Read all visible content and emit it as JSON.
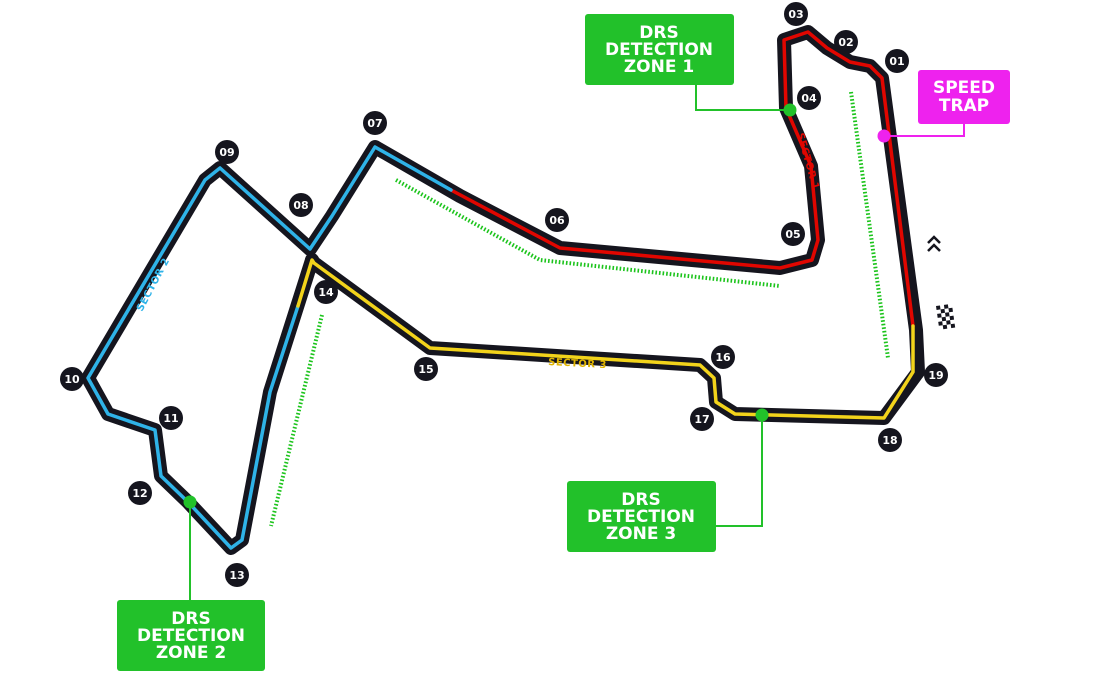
{
  "colors": {
    "track": "#15151e",
    "sector1": "#e10600",
    "sector2": "#2fb3e8",
    "sector3": "#f2d31b",
    "drs": "#1cc41c",
    "drs_box": "#22c12a",
    "speed_trap": "#ee22ee"
  },
  "corners": [
    {
      "id": "c01",
      "label": "01"
    },
    {
      "id": "c02",
      "label": "02"
    },
    {
      "id": "c03",
      "label": "03"
    },
    {
      "id": "c04",
      "label": "04"
    },
    {
      "id": "c05",
      "label": "05"
    },
    {
      "id": "c06",
      "label": "06"
    },
    {
      "id": "c07",
      "label": "07"
    },
    {
      "id": "c08",
      "label": "08"
    },
    {
      "id": "c09",
      "label": "09"
    },
    {
      "id": "c10",
      "label": "10"
    },
    {
      "id": "c11",
      "label": "11"
    },
    {
      "id": "c12",
      "label": "12"
    },
    {
      "id": "c13",
      "label": "13"
    },
    {
      "id": "c14",
      "label": "14"
    },
    {
      "id": "c15",
      "label": "15"
    },
    {
      "id": "c16",
      "label": "16"
    },
    {
      "id": "c17",
      "label": "17"
    },
    {
      "id": "c18",
      "label": "18"
    },
    {
      "id": "c19",
      "label": "19"
    }
  ],
  "sectors": {
    "sector1": "SECTOR 1",
    "sector2": "SECTOR 2",
    "sector3": "SECTOR 3"
  },
  "drs_zones": [
    {
      "line1": "DRS",
      "line2": "DETECTION",
      "line3": "ZONE 1"
    },
    {
      "line1": "DRS",
      "line2": "DETECTION",
      "line3": "ZONE 2"
    },
    {
      "line1": "DRS",
      "line2": "DETECTION",
      "line3": "ZONE 3"
    }
  ],
  "speed_trap": {
    "line1": "SPEED",
    "line2": "TRAP"
  },
  "icons": {
    "direction": "double-chevron-up-icon",
    "finish": "checkered-flag-icon"
  }
}
